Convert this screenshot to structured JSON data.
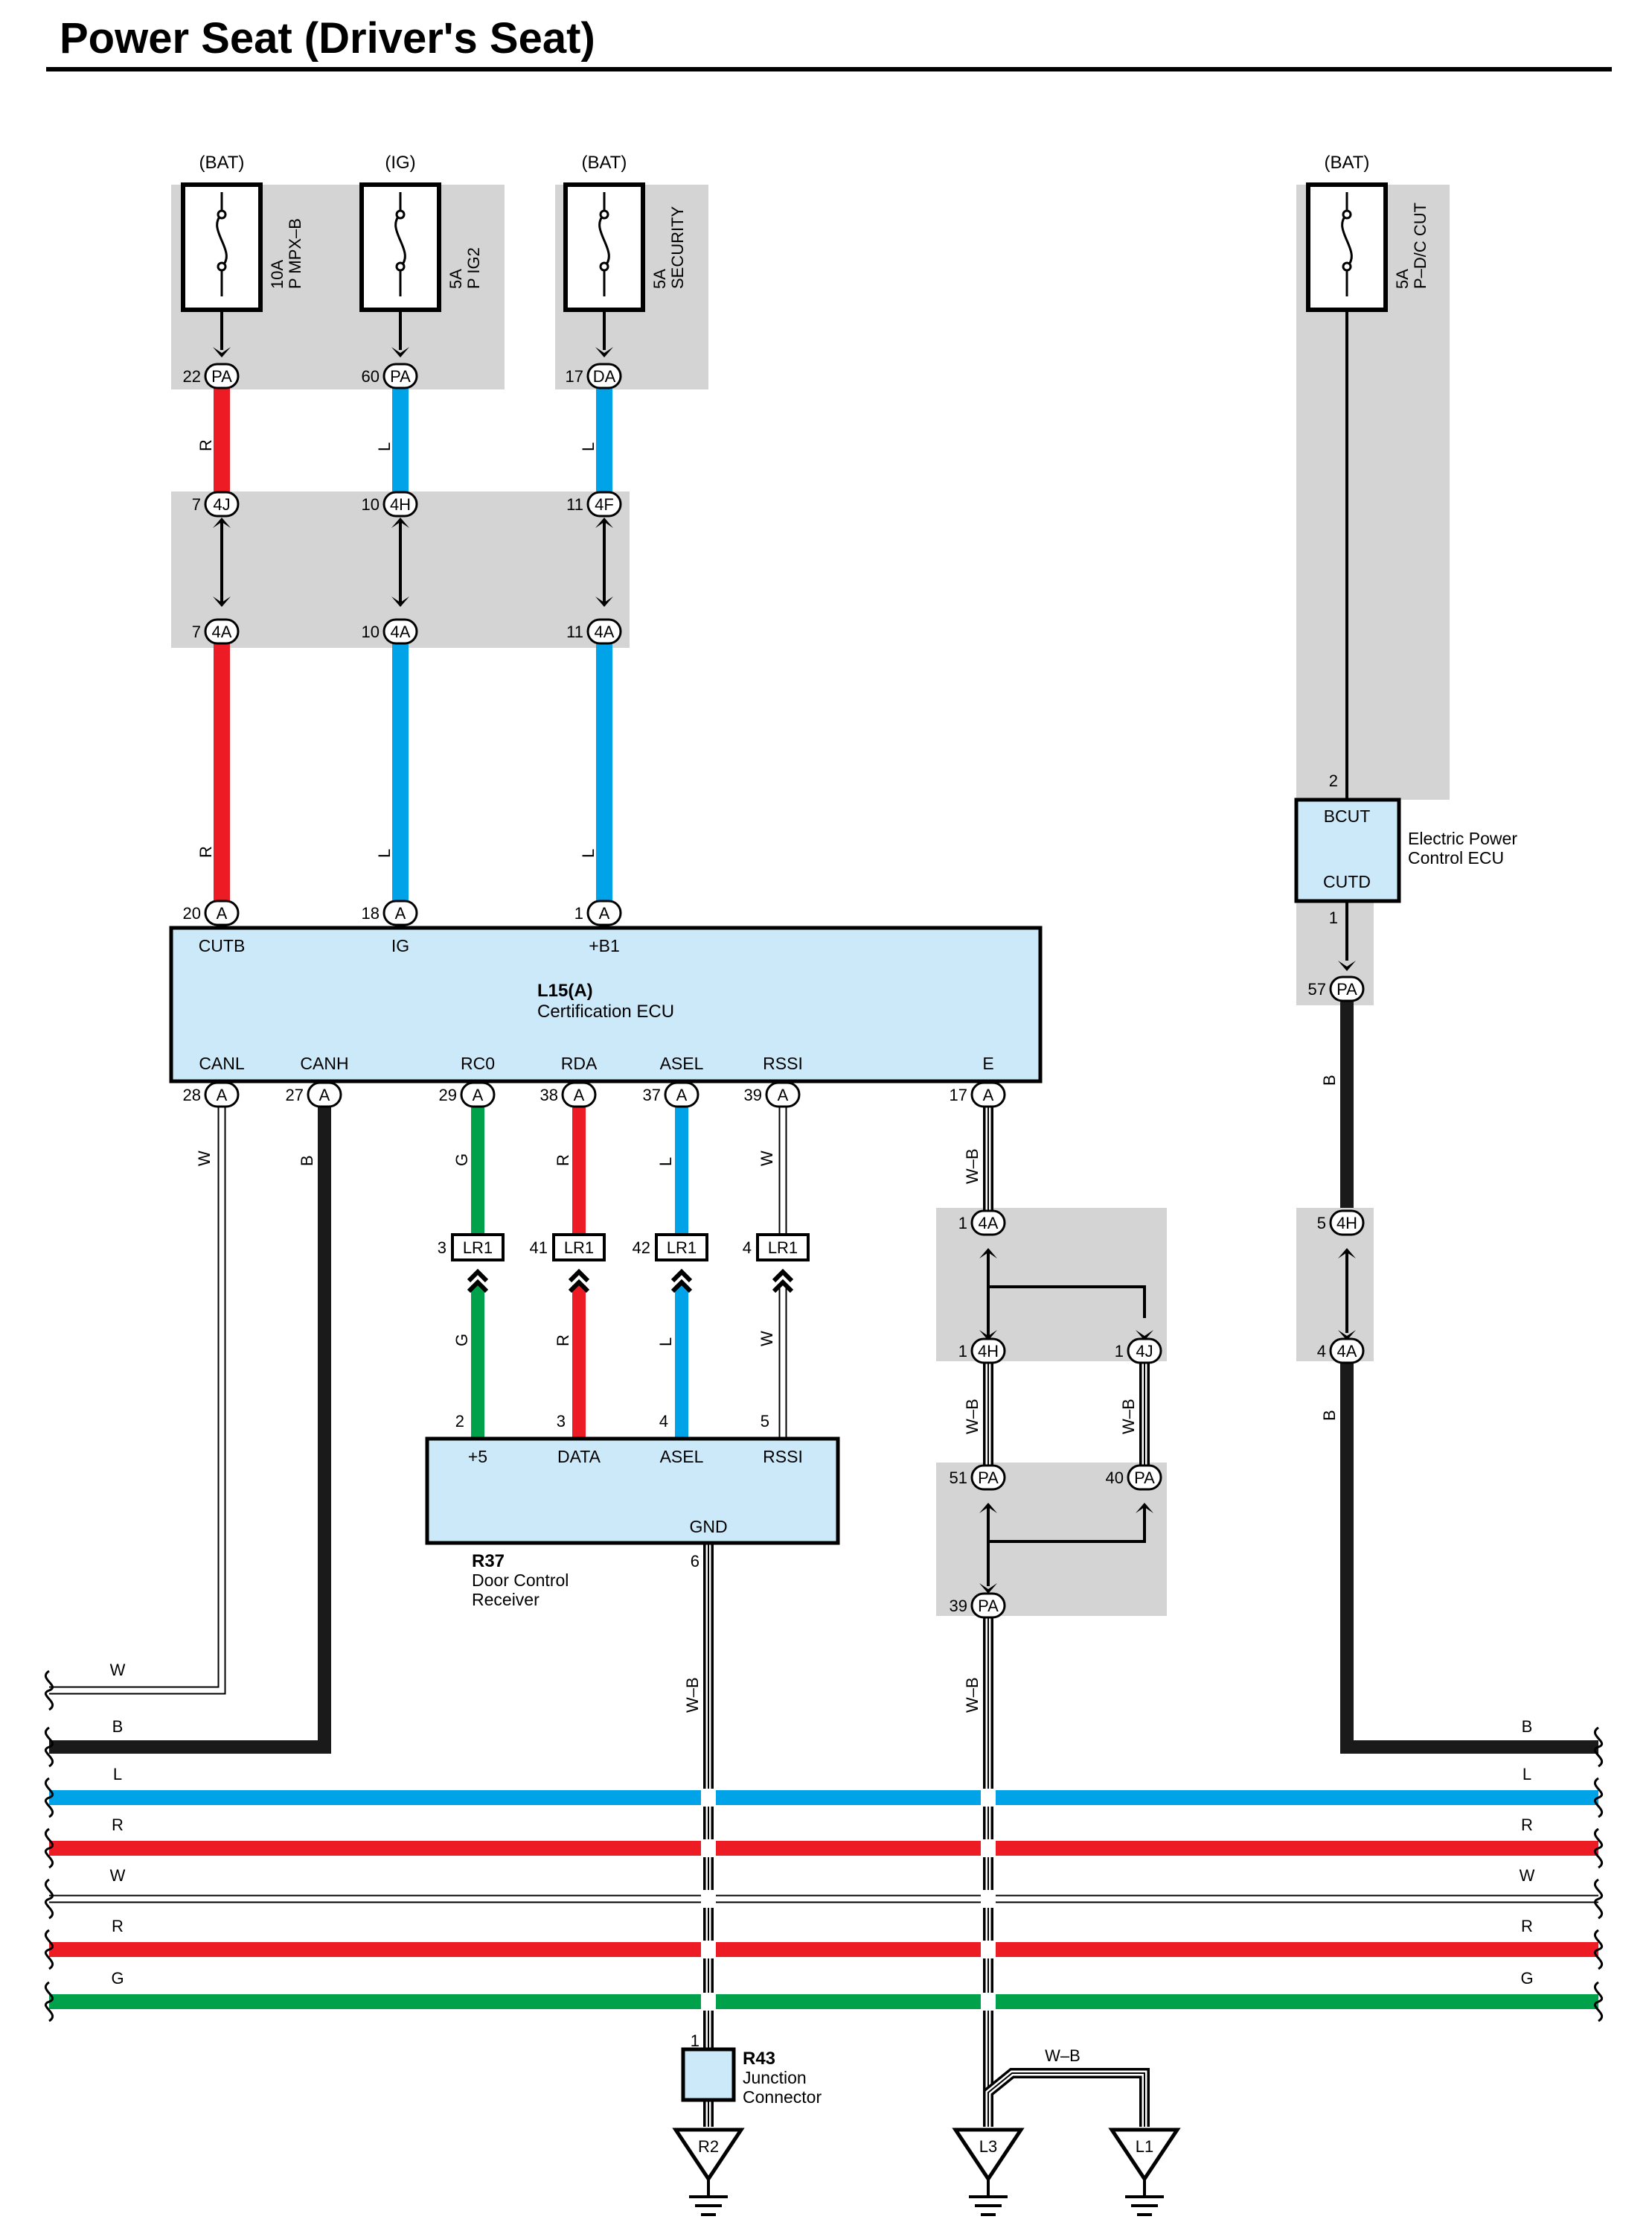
{
  "title": "Power Seat (Driver's Seat)",
  "colors": {
    "R": "#ed1c24",
    "L": "#00a2e8",
    "G": "#00a14b",
    "B": "#1a1a1a",
    "W": "#ffffff",
    "ecu_fill": "#cce9f9",
    "shade": "#d4d4d4"
  },
  "fuses": [
    {
      "id": "fuse-mpx",
      "source": "(BAT)",
      "rating": "10A",
      "name": "P MPX–B",
      "pin": "22",
      "conn": "PA"
    },
    {
      "id": "fuse-ig2",
      "source": "(IG)",
      "rating": "5A",
      "name": "P IG2",
      "pin": "60",
      "conn": "PA"
    },
    {
      "id": "fuse-security",
      "source": "(BAT)",
      "rating": "5A",
      "name": "SECURITY",
      "pin": "17",
      "conn": "DA"
    },
    {
      "id": "fuse-dc-cut",
      "source": "(BAT)",
      "rating": "5A",
      "name": "P–D/C CUT"
    }
  ],
  "junction_upper": [
    {
      "pin": "7",
      "conn": "4J"
    },
    {
      "pin": "10",
      "conn": "4H"
    },
    {
      "pin": "11",
      "conn": "4F"
    }
  ],
  "junction_lower": [
    {
      "pin": "7",
      "conn": "4A"
    },
    {
      "pin": "10",
      "conn": "4A"
    },
    {
      "pin": "11",
      "conn": "4A"
    }
  ],
  "wire_labels_top": [
    "R",
    "L",
    "L",
    "R",
    "L",
    "L"
  ],
  "ecu_l15": {
    "code": "L15(A)",
    "name": "Certification ECU",
    "top_pins": [
      {
        "pin": "20",
        "conn": "A",
        "label": "CUTB"
      },
      {
        "pin": "18",
        "conn": "A",
        "label": "IG"
      },
      {
        "pin": "1",
        "conn": "A",
        "label": "+B1"
      }
    ],
    "bottom_pins": [
      {
        "pin": "28",
        "conn": "A",
        "label": "CANL",
        "wire": "W"
      },
      {
        "pin": "27",
        "conn": "A",
        "label": "CANH",
        "wire": "B"
      },
      {
        "pin": "29",
        "conn": "A",
        "label": "RC0",
        "wire": "G"
      },
      {
        "pin": "38",
        "conn": "A",
        "label": "RDA",
        "wire": "R"
      },
      {
        "pin": "37",
        "conn": "A",
        "label": "ASEL",
        "wire": "L"
      },
      {
        "pin": "39",
        "conn": "A",
        "label": "RSSI",
        "wire": "W"
      },
      {
        "pin": "17",
        "conn": "A",
        "label": "E",
        "wire": "W–B"
      }
    ]
  },
  "lr1_connectors": [
    {
      "pin": "3",
      "conn": "LR1",
      "wire": "G"
    },
    {
      "pin": "41",
      "conn": "LR1",
      "wire": "R"
    },
    {
      "pin": "42",
      "conn": "LR1",
      "wire": "L"
    },
    {
      "pin": "4",
      "conn": "LR1",
      "wire": "W"
    }
  ],
  "receiver_r37": {
    "code": "R37",
    "name_line1": "Door Control",
    "name_line2": "Receiver",
    "pins": [
      {
        "pin": "2",
        "label": "+5"
      },
      {
        "pin": "3",
        "label": "DATA"
      },
      {
        "pin": "4",
        "label": "ASEL"
      },
      {
        "pin": "5",
        "label": "RSSI"
      }
    ],
    "gnd_label": "GND",
    "gnd_pin": "6",
    "gnd_wire": "W–B"
  },
  "ground_junction": {
    "c1": {
      "pin": "1",
      "conn": "4A"
    },
    "c2": {
      "pin": "1",
      "conn": "4H"
    },
    "c3": {
      "pin": "1",
      "conn": "4J"
    },
    "c4": {
      "pin": "51",
      "conn": "PA"
    },
    "c5": {
      "pin": "40",
      "conn": "PA"
    },
    "c6": {
      "pin": "39",
      "conn": "PA"
    },
    "wire_a": "W–B",
    "wire_b": "W–B",
    "wire_c": "W–B"
  },
  "power_ecu": {
    "pin_in": "2",
    "top_label": "BCUT",
    "bottom_label": "CUTD",
    "name_line1": "Electric Power",
    "name_line2": "Control ECU",
    "pin_out": "1",
    "c_pa": {
      "pin": "57",
      "conn": "PA"
    },
    "c_4h": {
      "pin": "5",
      "conn": "4H"
    },
    "c_4a": {
      "pin": "4",
      "conn": "4A"
    },
    "wire_1": "B",
    "wire_2": "B"
  },
  "bus_lines": [
    {
      "label": "W",
      "color": "W"
    },
    {
      "label": "B",
      "color": "B"
    },
    {
      "label": "L",
      "color": "L"
    },
    {
      "label": "R",
      "color": "R"
    },
    {
      "label": "W",
      "color": "W"
    },
    {
      "label": "R",
      "color": "R"
    },
    {
      "label": "G",
      "color": "G"
    }
  ],
  "junction_r43": {
    "pin": "1",
    "code": "R43",
    "name_line1": "Junction",
    "name_line2": "Connector"
  },
  "grounds": [
    "R2",
    "L3",
    "L1"
  ],
  "ground_wire_label": "W–B"
}
